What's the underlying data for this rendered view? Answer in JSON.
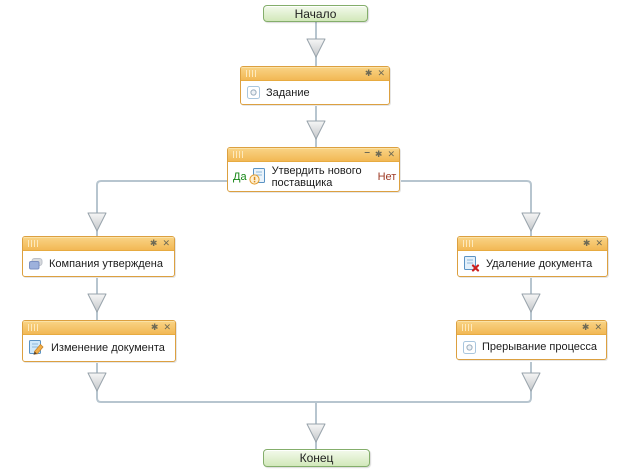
{
  "window_controls": {
    "minimize": "–",
    "settings": "✱",
    "close": "✕"
  },
  "nodes": {
    "start": {
      "label": "Начало"
    },
    "task": {
      "label": "Задание"
    },
    "decision": {
      "label": "Утвердить нового поставщика",
      "yes_label": "Да",
      "no_label": "Нет"
    },
    "company_approved": {
      "label": "Компания утверждена"
    },
    "document_deletion": {
      "label": "Удаление документа"
    },
    "document_change": {
      "label": "Изменение документа"
    },
    "process_interrupt": {
      "label": "Прерывание процесса"
    },
    "end": {
      "label": "Конец"
    }
  },
  "colors": {
    "header_orange": "#f3bd5c",
    "connector_line": "#b7c5cf",
    "arrow_border": "#98a3ab",
    "terminal_green_border": "#84ae6b",
    "yes_green": "#178717",
    "no_red": "#9e3b26"
  }
}
